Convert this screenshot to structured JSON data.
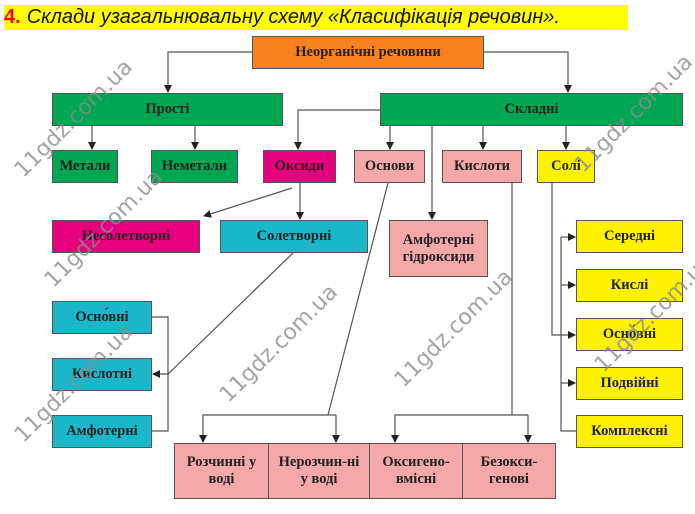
{
  "task": {
    "number": "4.",
    "text": "Склади узагальнювальну схему «Класифікація речовин»."
  },
  "diagram": {
    "root": "Неорганічні речовини",
    "simple": "Прості",
    "complex": "Складні",
    "metals": "Метали",
    "nonmetals": "Неметали",
    "oxides": "Оксиди",
    "bases": "Основи",
    "acids": "Кислоти",
    "salts": "Солі",
    "non_salt_forming": "Несолетворні",
    "salt_forming": "Солетворні",
    "amphoteric_hydroxides": "Амфотерні гідроксиди",
    "oxide_types": [
      "Осно́вні",
      "Кислотні",
      "Амфотерні"
    ],
    "salt_types": [
      "Середні",
      "Кислі",
      "Осно́вні",
      "Подвійні",
      "Комплексні"
    ],
    "base_types": [
      "Розчинні у воді",
      "Нерозчин-ні у воді"
    ],
    "acid_types": [
      "Оксигено-вмісні",
      "Безокси-генові"
    ]
  },
  "colors": {
    "root": "#f7821f",
    "green": "#00a651",
    "oxides": "#e6007e",
    "pink": "#f5a8a8",
    "yellow": "#fff200",
    "cyan": "#1bb6c9",
    "task_number": "#ff0000",
    "title_bg": "#ffff00"
  },
  "watermark": "11gdz.com.ua"
}
